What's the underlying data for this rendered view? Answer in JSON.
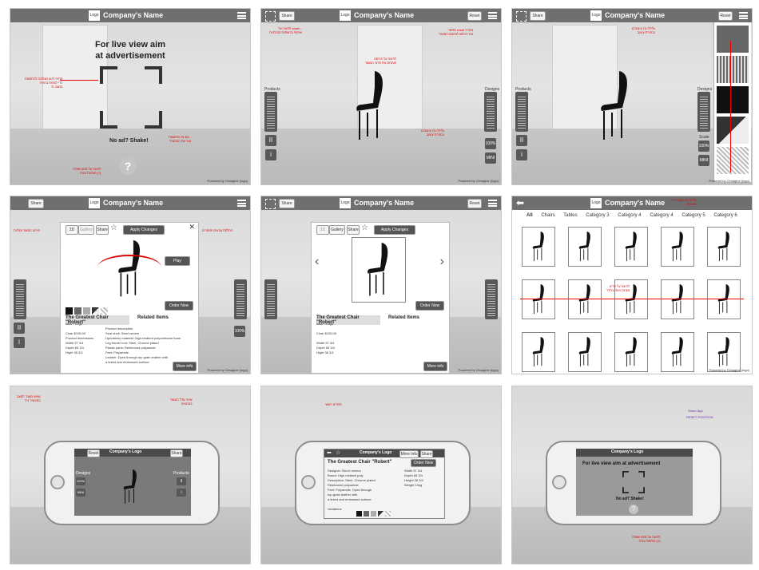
{
  "brand": {
    "logo_label": "Logo",
    "company_name": "Company's Name",
    "company_logo_label": "Company's Logo"
  },
  "buttons": {
    "share": "Share",
    "reset": "Reset",
    "products": "Products",
    "designs": "Designs",
    "scale": "Scale",
    "zoom": "100%",
    "mini": "MINI",
    "apply_changes": "Apply Changes",
    "play": "Play",
    "order_now": "Order Now",
    "more_info": "More info",
    "view_3d": "3D",
    "gallery": "Gallery",
    "no_ad": "No ad? Shake!",
    "question": "?",
    "info": "i",
    "pause": "II"
  },
  "screens": {
    "live_view_title": "For live view aim at advertisement",
    "live_view_title_short": "For live view aim at advertisement",
    "powered_by": "Powered by Cimagine (logo)"
  },
  "product": {
    "name": "The Greatest Chair \"Robert\"",
    "brand_line": "Ikea + Logo",
    "related_items": "Related Items",
    "price_label": "Chair $195.00",
    "dims_label": "Product dimensions",
    "width": "Width 57 3/4",
    "depth": "Depth 55 3/4",
    "height": "Hight 38 3/4",
    "desc_label": "Product description",
    "desc_seat": "Seat shell: Steel veneer",
    "desc_upholstery": "Upholstery material: High resilient polyurethane foam",
    "desc_leg": "Leg frame/ foot: Steel, Chrome plated",
    "desc_plastic": "Plastic parts: Reinforced polyamide",
    "desc_feet": "Feet: Polyamide",
    "desc_leather": "Leather: Dyed through top grain leather with",
    "desc_leather2": "a tinted and embossed surface"
  },
  "mobile_detail": {
    "title": "The Greatest Chair \"Robert\"",
    "designer": "Designer: Burch veneer",
    "brand": "Brand: High resilient poly",
    "description": "Description: Steel, Chrome plated",
    "reinforced": "Reinforced polyamide",
    "feet": "Feet: Polyamide, Dyed through",
    "top_grain": "top-grain leather with",
    "embossed": "a tinted and embossed surface",
    "variations": "Variations",
    "width": "Width 57 3/4",
    "depth": "Depth 55 3/4",
    "height": "Height 38 3/4",
    "weight": "Weight 10kg"
  },
  "categories": [
    "All",
    "Chairs",
    "Tables",
    "Category 3",
    "Category 4",
    "Category 4",
    "Category 5",
    "Category 6"
  ],
  "colors": {
    "dark_bar": "#6f6f6f",
    "side_control": "#585858",
    "annotation": "#dd0000",
    "annotation_purple": "#6a2db0"
  },
  "icons": [
    "scan-frame-icon",
    "hamburger-menu-icon",
    "star-icon",
    "close-icon",
    "chevron-left-icon",
    "chevron-right-icon",
    "back-arrow-icon",
    "question-icon",
    "pause-icon",
    "info-icon",
    "rotate-arrow-icon"
  ],
  "annotations": {
    "n1": "פתיח לכוון מצלמה לפרסומת\nכדי לצפות בחוויה\nבמצב חי",
    "n2": "אם אין פרסומת -\nנער את המכשיר",
    "n3": "לחיצה על סימן שאלה\nפותחת עזרה (?)",
    "n4": "לחיצה על share -\nשיתוף ברשתות חברתיות",
    "n5": "כפתור reset מחזיר\nאת הכיסא למיקום המקורי",
    "n6": "לחיצה על הכיסא\nפותחת את פרטי המוצר",
    "n7": "גלילה בין עיצובים\nובחירת עיצוב",
    "n8": "שינוי גודל המוצר\nבאחוזים",
    "n9": "פירוט המוצר ומידות",
    "n10": "החלפת צבעים וחומרים",
    "n11": "גלילה בין קטגוריות\nמוצרים",
    "n12": "לחיצה על פריט\nמציגה אותו בחדר",
    "n13": "תפריט ראשי",
    "n14": "Share App",
    "n15": "RESET POSITION",
    "n16": "מעבר למצב MINI\nבמכשיר נייד"
  }
}
